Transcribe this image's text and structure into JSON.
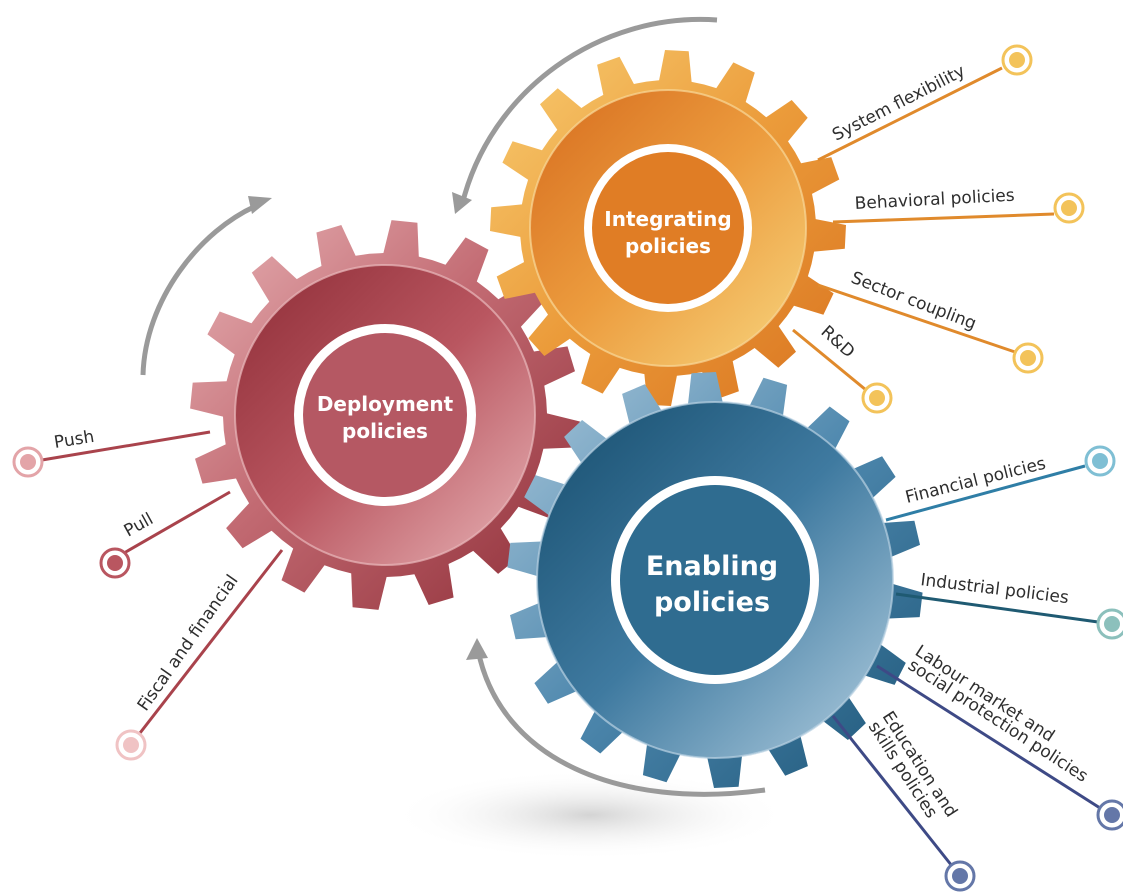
{
  "colors": {
    "deployment": "#a9434c",
    "integrating": "#e58a2c",
    "enabling": "#2f6c90",
    "arrow": "#9a9a9a"
  },
  "gears": {
    "deployment": {
      "line1": "Deployment",
      "line2": "policies"
    },
    "integrating": {
      "line1": "Integrating",
      "line2": "policies"
    },
    "enabling": {
      "line1": "Enabling",
      "line2": "policies"
    }
  },
  "branches": {
    "system_flexibility": "System flexibility",
    "behavioral_policies": "Behavioral policies",
    "sector_coupling": "Sector coupling",
    "rd": "R&D",
    "push": "Push",
    "pull": "Pull",
    "fiscal_financial": "Fiscal and financial",
    "financial_policies": "Financial policies",
    "industrial_policies": "Industrial policies",
    "labour_line1": "Labour market and",
    "labour_line2": "social protection policies",
    "education_line1": "Education and",
    "education_line2": "skills policies"
  }
}
